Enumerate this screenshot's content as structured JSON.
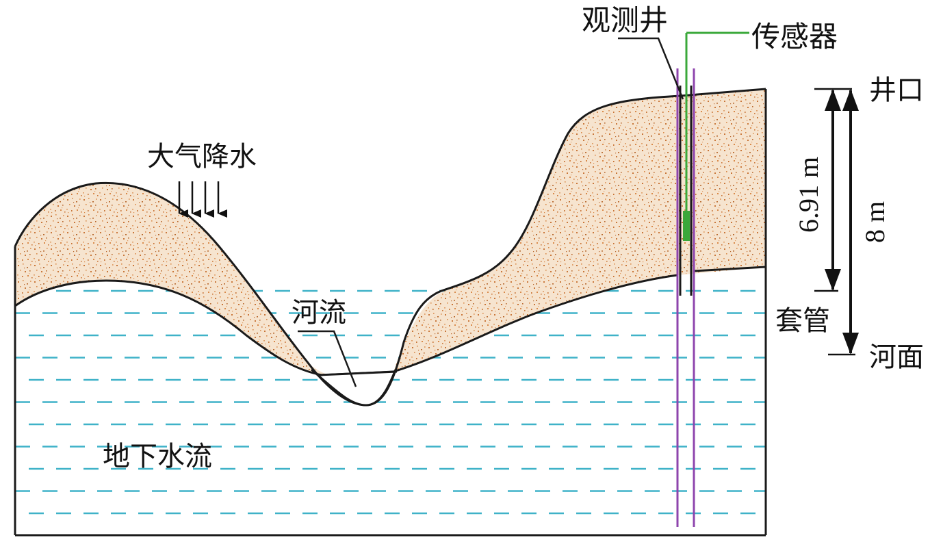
{
  "labels": {
    "well": "观测井",
    "sensor": "传感器",
    "wellhead": "井口",
    "casing": "套管",
    "river_surface": "河面",
    "precipitation": "大气降水",
    "river": "河流",
    "groundwater": "地下水流"
  },
  "dimensions": {
    "casing_length": "6.91 m",
    "well_to_river": "8 m"
  },
  "colors": {
    "soil": "#f6e4cf",
    "soil_speckle": "#c9773a",
    "water_dash": "#3fb2c8",
    "sensor": "#3aa83a",
    "pipe": "#8e44ad",
    "outline": "#1a1a1a"
  }
}
